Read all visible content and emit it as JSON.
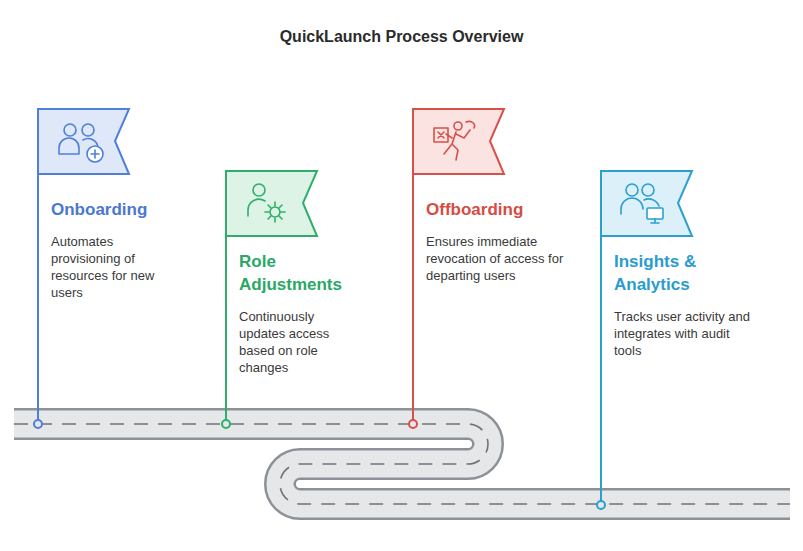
{
  "diagram": {
    "title": "QuickLaunch Process Overview",
    "nodes": [
      {
        "text": [
          "Onboarding",
          "Automates provisioning of resources for new users"
        ]
      },
      {
        "text": [
          "Role Adjustments",
          "Continuously updates access based on role changes"
        ]
      },
      {
        "text": [
          "Offboarding",
          "Ensures immediate revocation of access for departing users"
        ]
      },
      {
        "text": [
          "Insights & Analytics",
          "Tracks user activity and integrates with audit tools"
        ]
      }
    ]
  }
}
